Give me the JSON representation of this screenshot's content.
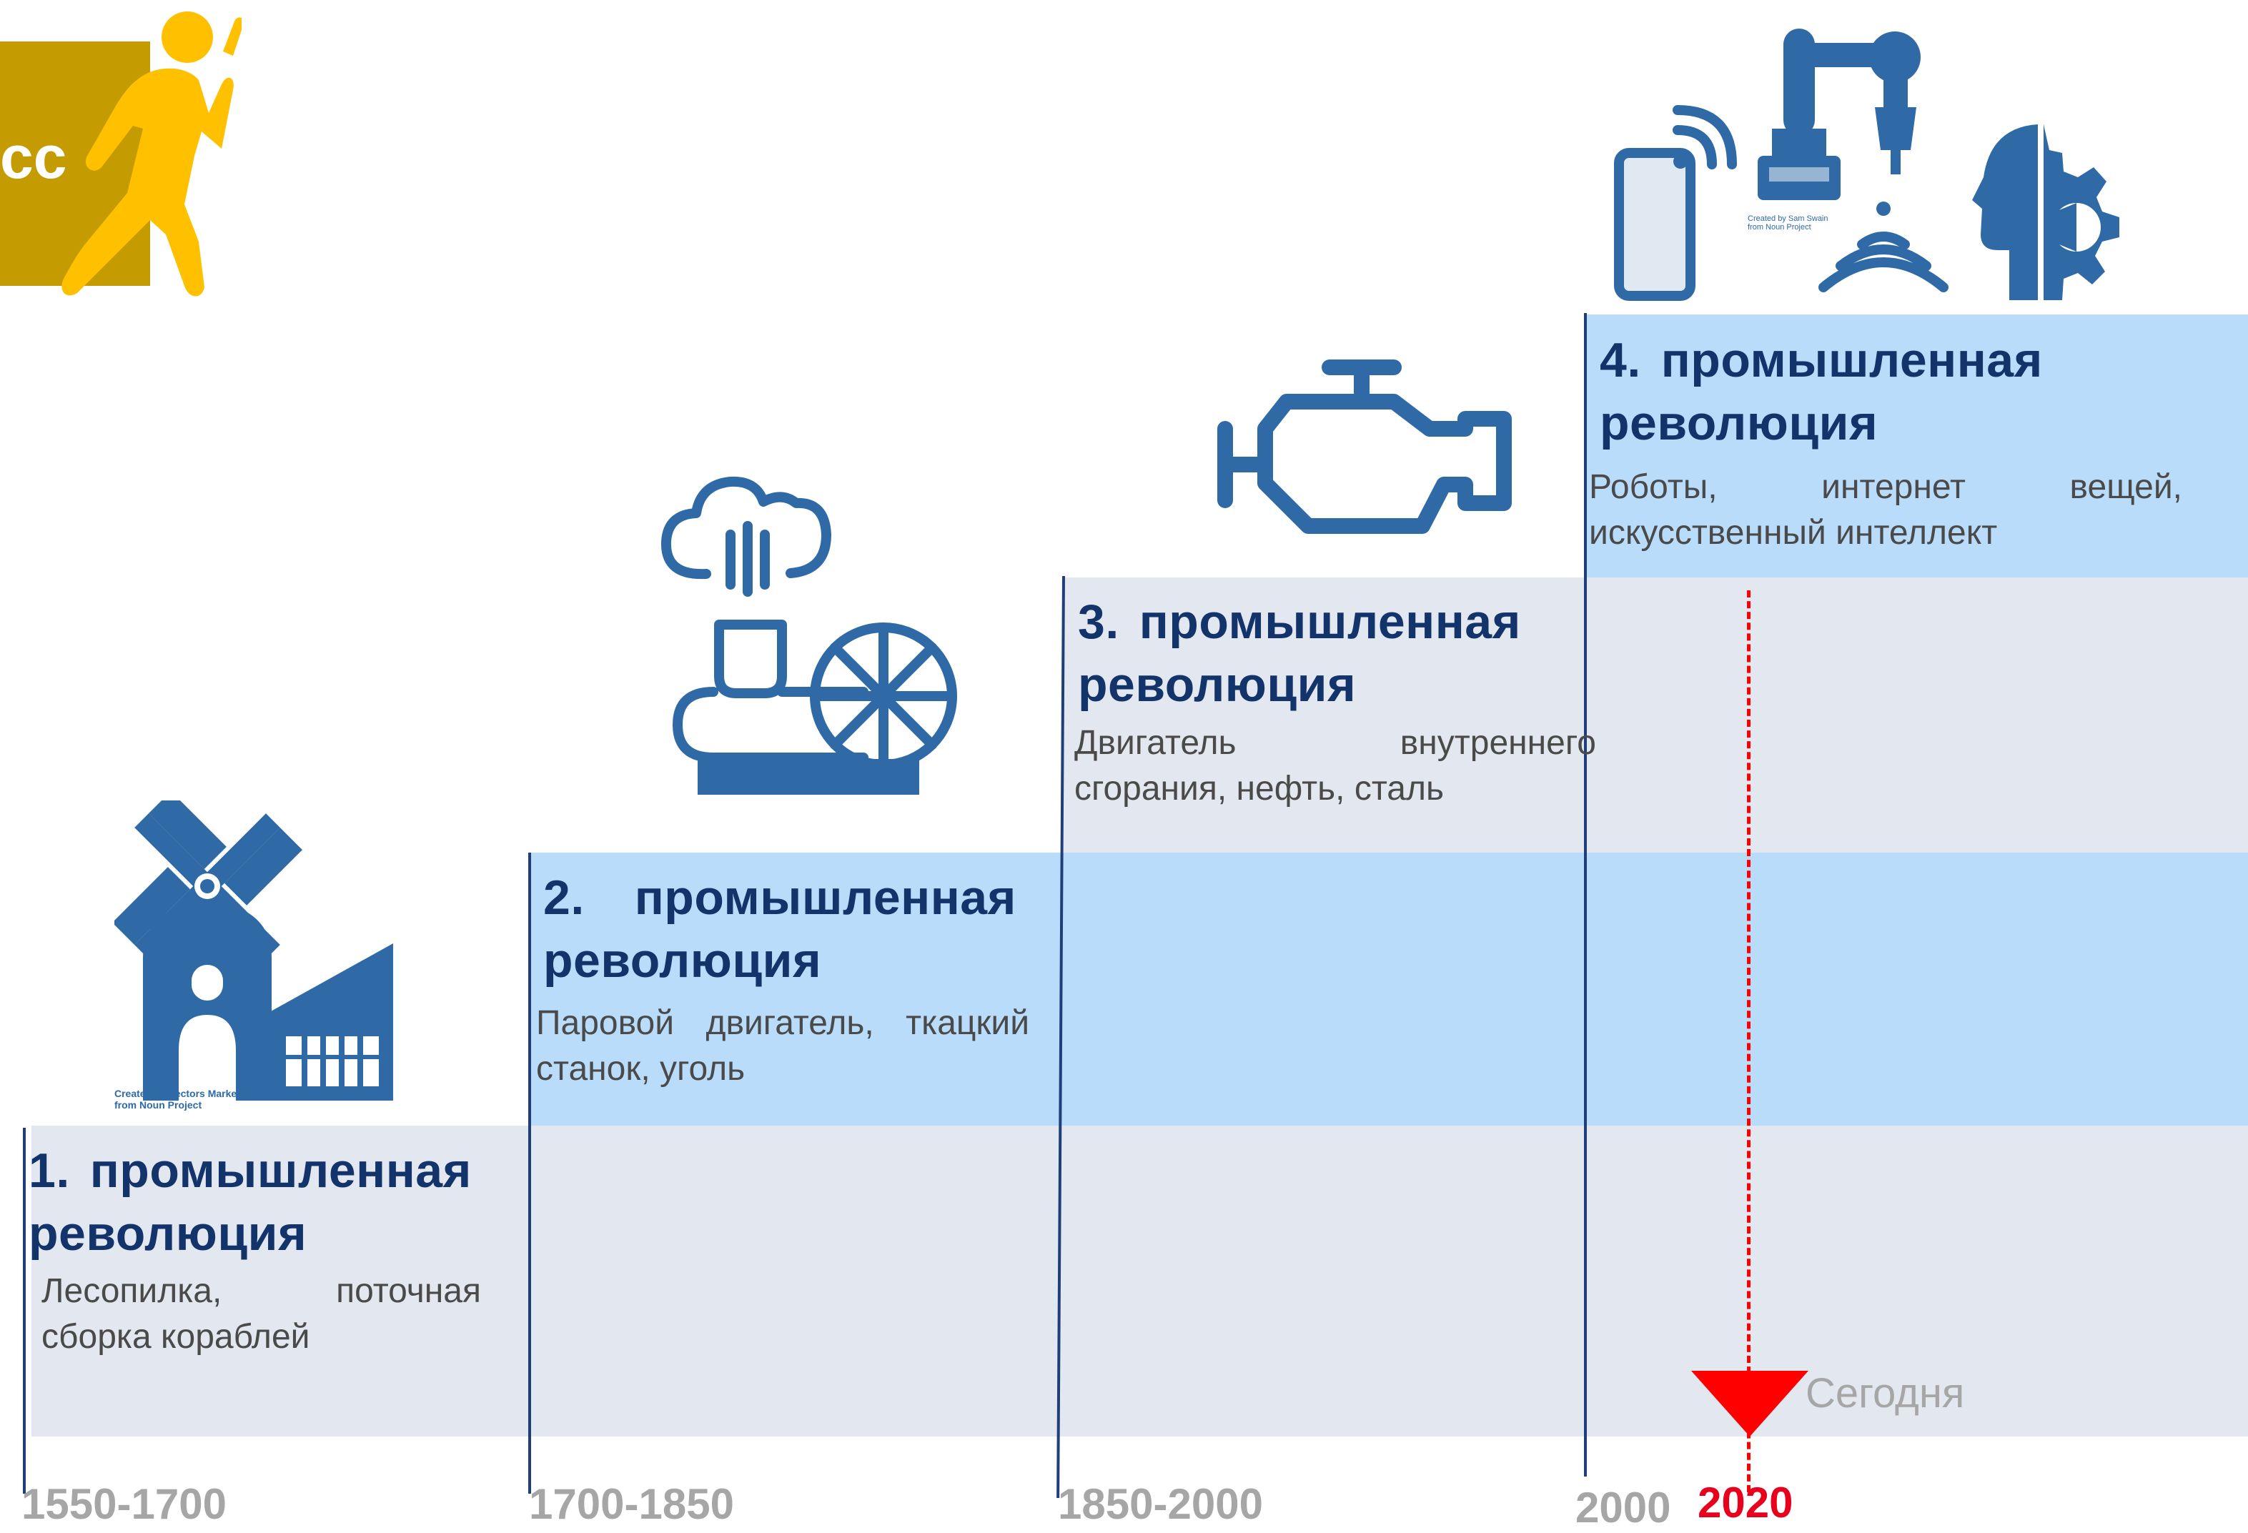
{
  "header": {
    "badge_text": "сс",
    "badge_color": "#c9a000",
    "runner_color": "#ffc000",
    "runner_icon": "running-man-icon"
  },
  "colors": {
    "title": "#13336b",
    "icon": "#2f6aa6",
    "band_gray": "#e3e7ef",
    "band_blue": "#b9dcfb",
    "today_marker": "#ff0000"
  },
  "stages": [
    {
      "number": "1.",
      "title_line1": "промышленная",
      "title_line2": "революция",
      "description": "Лесопилка, поточная сборка кораблей",
      "period": "1550-1700",
      "icon": "windmill-factory-icon",
      "icon_credit_line1": "Created by Vectors Market",
      "icon_credit_line2": "from Noun Project"
    },
    {
      "number": "2.",
      "title_line1": "промышленная",
      "title_line2": "революция",
      "description": "Паровой двигатель, ткацкий станок, уголь",
      "period": "1700-1850",
      "icon": "steam-engine-icon"
    },
    {
      "number": "3.",
      "title_line1": "промышленная",
      "title_line2": "революция",
      "description": "Двигатель внутреннего сгорания, нефть, сталь",
      "period": "1850-2000",
      "icon": "engine-icon"
    },
    {
      "number": "4.",
      "title_line1": "промышленная",
      "title_line2": "революция",
      "description": "Роботы, интернет вещей, искусственный интеллект",
      "period": "2000",
      "icons": [
        "smartphone-wifi-icon",
        "robot-arm-icon",
        "ai-head-gear-icon"
      ],
      "icon_credit_line1": "Created by Sam Swain",
      "icon_credit_line2": "from Noun Project"
    }
  ],
  "today": {
    "label": "Сегодня",
    "year": "2020",
    "icon": "triangle-down-marker-icon"
  }
}
